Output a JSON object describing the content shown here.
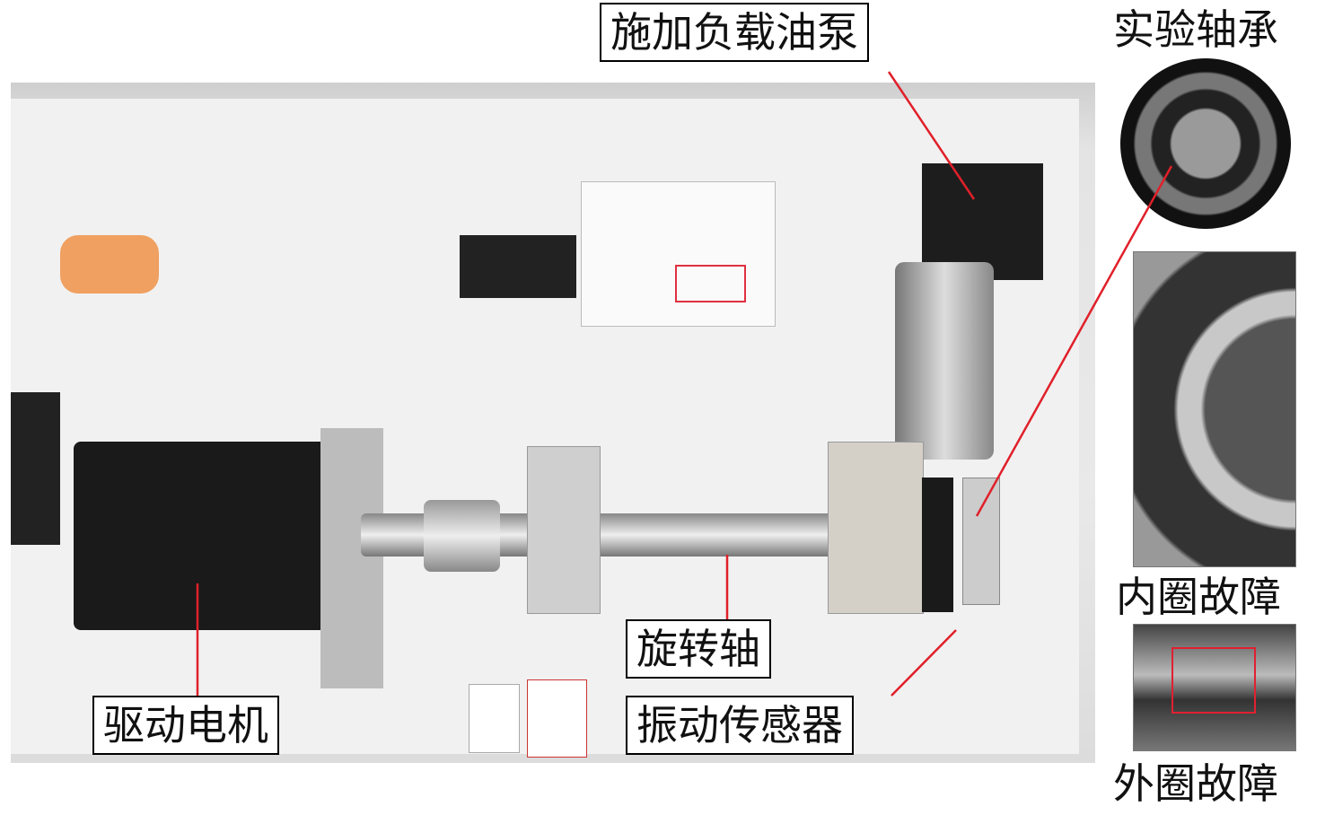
{
  "labels": {
    "oil_pump": "施加负载油泵",
    "test_bearing": "实验轴承",
    "inner_fault": "内圈故障",
    "outer_fault": "外圈故障",
    "shaft": "旋转轴",
    "motor": "驱动电机",
    "sensor": "振动传感器"
  },
  "colors": {
    "leader_line": "#e0202a",
    "label_border": "#000000"
  }
}
